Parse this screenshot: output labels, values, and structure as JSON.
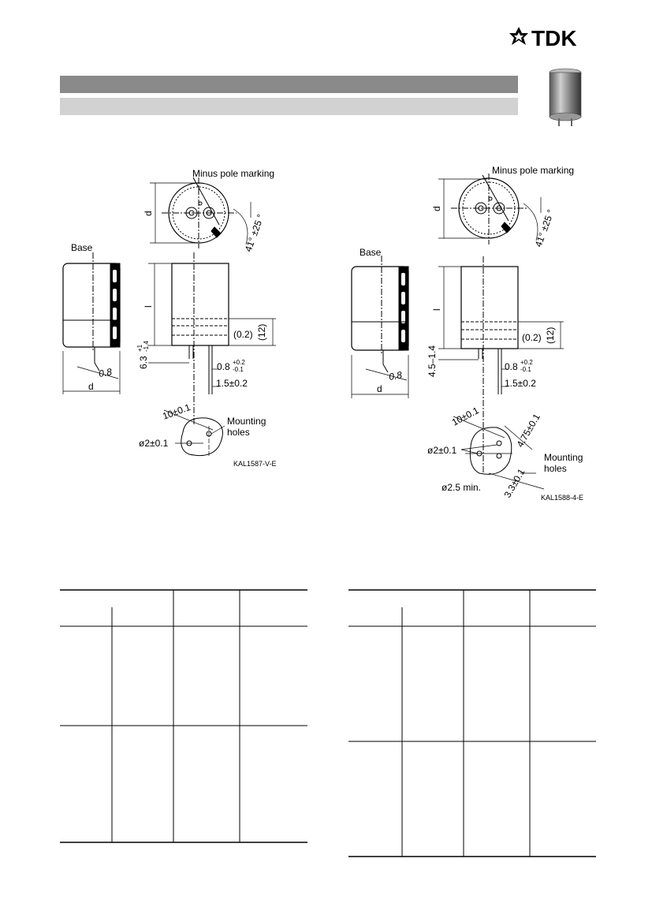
{
  "brand": {
    "name": "TDK",
    "color": "#000000"
  },
  "header": {
    "bar_dark_color": "#8a8a8a",
    "bar_light_color": "#d2d2d2"
  },
  "drawing_left": {
    "minus_pole": "Minus pole marking",
    "angle": "41° ±25 °",
    "d_top": "d",
    "base": "Base",
    "l": "l",
    "dim_02": "(0.2)",
    "dim_12": "(12)",
    "dim_63": "6.3",
    "dim_63_tol_up": "+1",
    "dim_63_tol_down": "-1.4",
    "lead_08": "0.8",
    "lead_tol_up": "+0.2",
    "lead_tol_down": "-0.1",
    "pitch": "1.5±0.2",
    "lead_08b": "0.8",
    "d_bottom": "d",
    "spacing": "10±0.1",
    "mounting": "Mounting",
    "holes": "holes",
    "hole_dia": "ø2±0.1",
    "code": "KAL1587-V-E"
  },
  "drawing_right": {
    "minus_pole": "Minus pole marking",
    "angle": "41° ±25 °",
    "d_top": "d",
    "base": "Base",
    "l": "l",
    "dim_02": "(0.2)",
    "dim_12": "(12)",
    "dim_45": "4.5–1.4",
    "lead_08": "0.8",
    "lead_tol_up": "+0.2",
    "lead_tol_down": "-0.1",
    "pitch": "1.5±0.2",
    "lead_08b": "0.8",
    "d_bottom": "d",
    "spacing": "10±0.1",
    "spacing2": "4.75±0.1",
    "hole_dia": "ø2±0.1",
    "hole_min": "ø2.5 min.",
    "spacing3": "3.3±0.1",
    "mounting": "Mounting",
    "holes": "holes",
    "code": "KAL1588-4-E"
  }
}
